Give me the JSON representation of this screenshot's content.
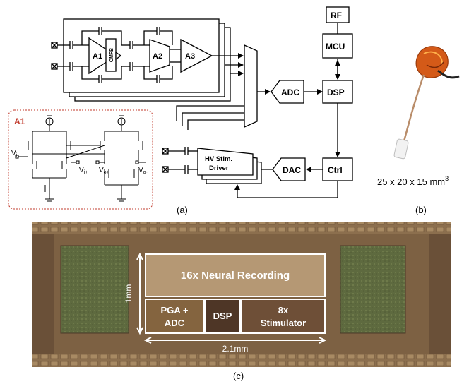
{
  "schematic": {
    "amps": [
      "A1",
      "A2",
      "A3"
    ],
    "cmfb": "CMFB",
    "adc": "ADC",
    "dsp": "DSP",
    "mcu": "MCU",
    "rf": "RF",
    "dac": "DAC",
    "ctrl": "Ctrl",
    "hv_line1": "HV Stim.",
    "hv_line2": "Driver",
    "inset_title": "A1",
    "inset_labels": {
      "vi_minus": "V",
      "vi_minus_sub": "i-",
      "vi_plus": "V",
      "vi_plus_sub": "i+",
      "vo_plus": "V",
      "vo_plus_sub": "o+",
      "vo_minus": "V",
      "vo_minus_sub": "o-"
    }
  },
  "device": {
    "dimensions": "25 x 20 x 15 mm",
    "dimensions_sup": "3"
  },
  "chip": {
    "neural": "16x Neural Recording",
    "pga_line1": "PGA +",
    "pga_line2": "ADC",
    "dsp": "DSP",
    "stim_line1": "8x",
    "stim_line2": "Stimulator",
    "height": "1mm",
    "width": "2.1mm"
  },
  "captions": {
    "a": "(a)",
    "b": "(b)",
    "c": "(c)"
  },
  "colors": {
    "inset_border": "#c0392b",
    "chip_bg": "#8a6d4a",
    "chip_pad": "#c9a77a"
  }
}
